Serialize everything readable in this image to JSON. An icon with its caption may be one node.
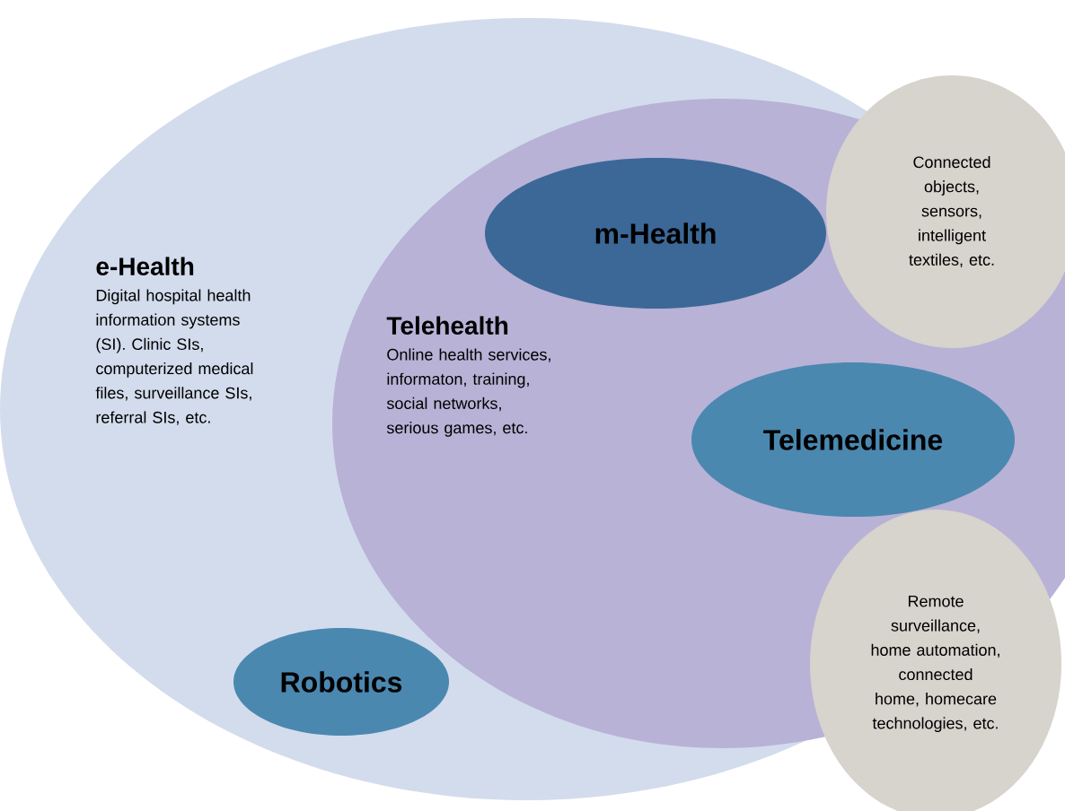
{
  "diagram": {
    "nodes": [
      {
        "text": [
          "e-Health",
          "Digital hospital health information systems (SI). Clinic SIs, computerized medical files, surveillance SIs, referral SIs, etc."
        ]
      },
      {
        "text": [
          "Telehealth",
          "Online health services, informaton, training, social networks, serious games, etc."
        ],
        "in": 0
      },
      {
        "text": [
          "m-Health"
        ],
        "in": 1
      },
      {
        "text": [
          "Connected objects, sensors, intelligent textiles, etc."
        ]
      },
      {
        "text": [
          "Telemedicine"
        ],
        "in": 1
      },
      {
        "text": [
          "Remote surveillance, home automation, connected home, homecare technologies, etc."
        ]
      },
      {
        "text": [
          "Robotics"
        ],
        "in": 0
      }
    ]
  }
}
